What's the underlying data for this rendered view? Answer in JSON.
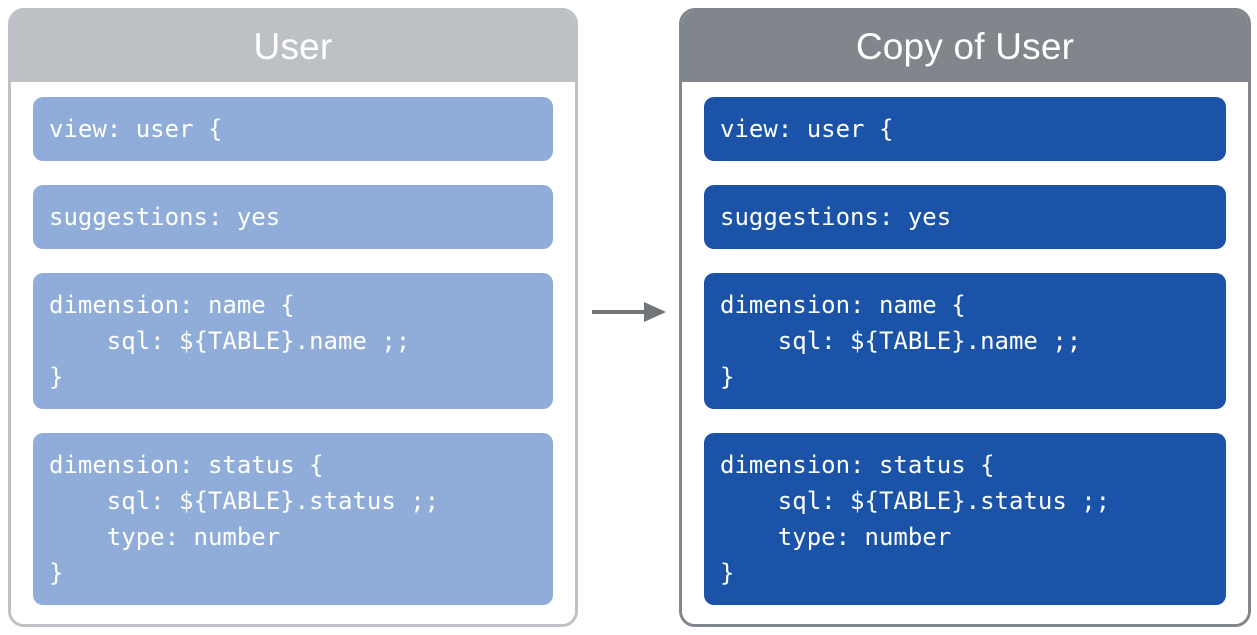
{
  "diagram": {
    "type": "before-after-copy",
    "connector": {
      "icon": "arrow-right-icon",
      "color": "#70757a",
      "direction": "left-to-right"
    }
  },
  "panels": [
    {
      "id": "source",
      "title": "User",
      "header_color": "#bdc1c6",
      "block_color": "#8fadd8",
      "border_color": "#bdc1c6",
      "blocks": [
        {
          "name": "view-declaration",
          "code": "view: user {"
        },
        {
          "name": "suggestions-parameter",
          "code": "suggestions: yes"
        },
        {
          "name": "dimension-name",
          "code": "dimension: name {\n    sql: ${TABLE}.name ;;\n}"
        },
        {
          "name": "dimension-status",
          "code": "dimension: status {\n    sql: ${TABLE}.status ;;\n    type: number\n}"
        }
      ]
    },
    {
      "id": "copy",
      "title": "Copy of User",
      "header_color": "#80868b",
      "block_color": "#1a53a8",
      "border_color": "#80868b",
      "blocks": [
        {
          "name": "view-declaration",
          "code": "view: user {"
        },
        {
          "name": "suggestions-parameter",
          "code": "suggestions: yes"
        },
        {
          "name": "dimension-name",
          "code": "dimension: name {\n    sql: ${TABLE}.name ;;\n}"
        },
        {
          "name": "dimension-status",
          "code": "dimension: status {\n    sql: ${TABLE}.status ;;\n    type: number\n}"
        }
      ]
    }
  ]
}
